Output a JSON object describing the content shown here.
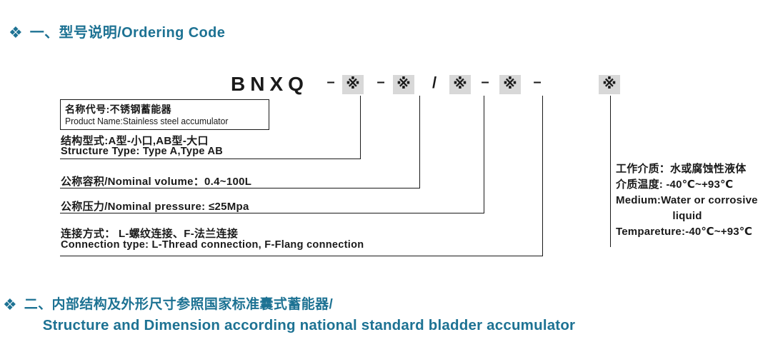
{
  "colors": {
    "accent": "#1d7293",
    "ink": "#1a1a1a",
    "shade": "#d8d8d8",
    "background": "#ffffff"
  },
  "section1": {
    "icon": "❖",
    "title": "一、型号说明/Ordering Code"
  },
  "ordering_code": {
    "prefix": "BNXQ",
    "dash": "–",
    "slash": "/",
    "placeholder": "※"
  },
  "labels": [
    {
      "zh": "名称代号:不锈钢蓄能器",
      "en": "Product Name:Stainless steel accumulator"
    },
    {
      "zh": "结构型式:A型-小口,AB型-大口",
      "en": "Structure Type: Type A,Type AB"
    },
    {
      "zh": "公称容积/Nominal volume：0.4~100L"
    },
    {
      "zh": "公称压力/Nominal pressure: ≤25Mpa"
    },
    {
      "zh": "连接方式：  L-螺纹连接、F-法兰连接",
      "en": "Connection type: L-Thread connection,  F-Flang connection"
    }
  ],
  "medium_note": {
    "lines": [
      "工作介质：水或腐蚀性液体",
      "介质温度: -40℃~+93℃",
      "Medium:Water or corrosive",
      "liquid",
      "Tempareture:-40℃~+93℃"
    ]
  },
  "section2": {
    "icon": "❖",
    "title_zh": "二、内部结构及外形尺寸参照国家标准囊式蓄能器/",
    "title_en": "Structure and Dimension according national standard bladder accumulator"
  }
}
